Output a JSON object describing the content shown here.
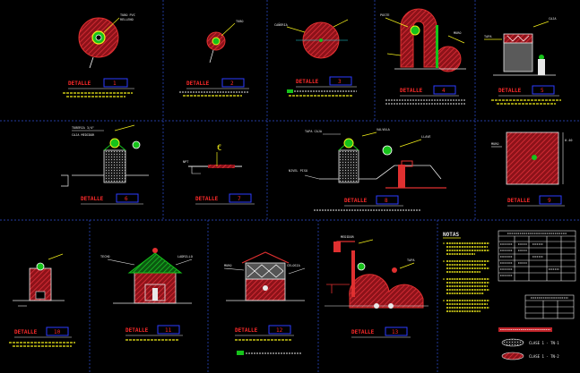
{
  "sheet": {
    "background": "#000000",
    "colors": {
      "grid": "#2f4fd6",
      "hatch_red": "#c0242a",
      "green": "#16c21a",
      "yellow": "#f2ee1a",
      "white": "#e8e8e8",
      "red_text": "#ff2a2a",
      "blue_box": "#2d3cff",
      "cyan": "#1fd7e0"
    }
  },
  "details": [
    {
      "id": "d1",
      "title": "DETALLE",
      "number": "1"
    },
    {
      "id": "d2",
      "title": "DETALLE",
      "number": "2"
    },
    {
      "id": "d3",
      "title": "DETALLE",
      "number": "3"
    },
    {
      "id": "d4",
      "title": "DETALLE",
      "number": "4"
    },
    {
      "id": "d5",
      "title": "DETALLE",
      "number": "5"
    },
    {
      "id": "d6",
      "title": "DETALLE",
      "number": "6"
    },
    {
      "id": "d7",
      "title": "DETALLE",
      "number": "7"
    },
    {
      "id": "d8",
      "title": "DETALLE",
      "number": "8"
    },
    {
      "id": "d9",
      "title": "DETALLE",
      "number": "9"
    },
    {
      "id": "d10",
      "title": "DETALLE",
      "number": "10"
    },
    {
      "id": "d11",
      "title": "DETALLE",
      "number": "11"
    },
    {
      "id": "d12",
      "title": "DETALLE",
      "number": "12"
    },
    {
      "id": "d13",
      "title": "DETALLE",
      "number": "13"
    }
  ],
  "notes": {
    "title": "NOTAS"
  },
  "legend": {
    "clase1": "CLASE 1 - TN-1",
    "clase2": "CLASE 1 - TN-2"
  },
  "icons": [
    "hatched-circle-icon",
    "north-arrow-icon",
    "section-marker-icon"
  ]
}
